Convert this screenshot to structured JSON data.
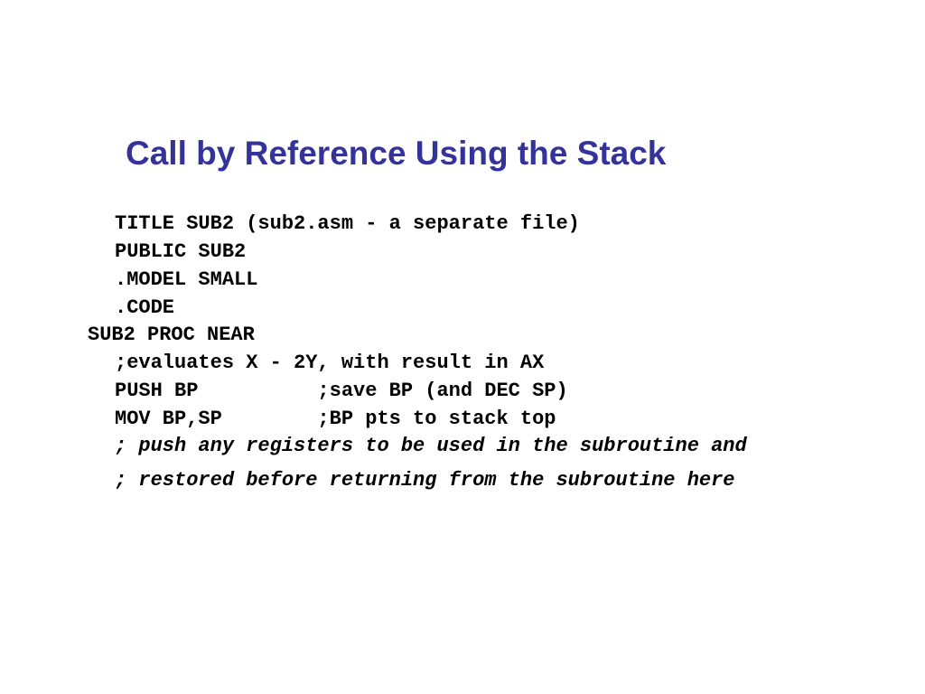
{
  "slide": {
    "title": "Call by Reference Using the Stack",
    "code_lines": [
      {
        "text": "TITLE SUB2 (sub2.asm - a separate file)"
      },
      {
        "text": "PUBLIC SUB2"
      },
      {
        "text": ".MODEL SMALL"
      },
      {
        "text": ".CODE"
      },
      {
        "text": "SUB2 PROC NEAR"
      },
      {
        "text": ";evaluates X - 2Y, with result in AX"
      },
      {
        "text": "PUSH BP          ;save BP (and DEC SP)"
      },
      {
        "text": "MOV BP,SP        ;BP pts to stack top"
      },
      {
        "text": "; push any registers to be used in the subroutine and"
      },
      {
        "text": "; restored before returning from the subroutine here"
      }
    ]
  }
}
